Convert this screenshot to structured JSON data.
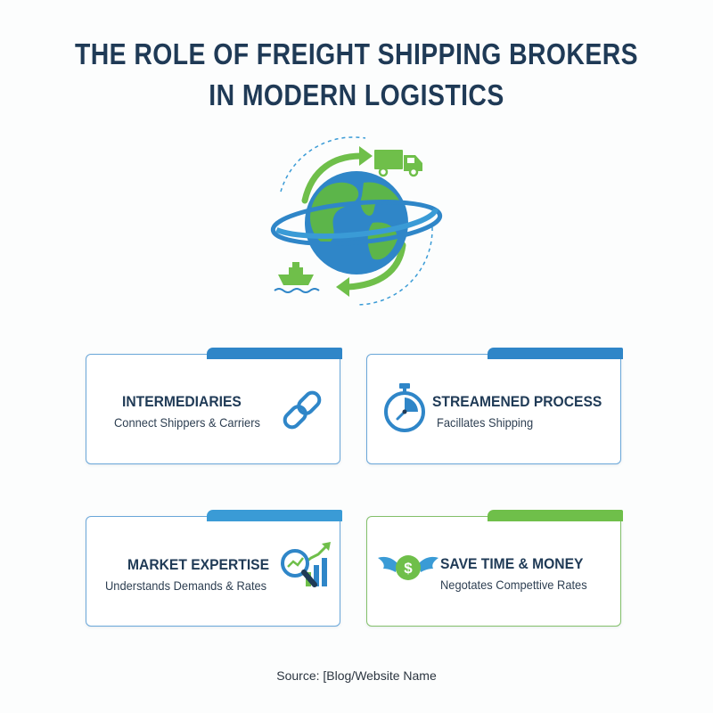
{
  "header": {
    "title_line1": "THE ROLE OF FREIGHT SHIPPING BROKERS",
    "title_line2": "IN MODERN LOGISTICS"
  },
  "hero": {
    "icons": [
      "globe-icon",
      "truck-icon",
      "ship-icon",
      "cycle-arrows-icon"
    ]
  },
  "cards": [
    {
      "title": "INTERMEDIARIES",
      "subtitle": "Connect Shippers & Carriers",
      "icon": "chain-link-icon",
      "accent": "#2f86c8"
    },
    {
      "title": "STREAMENED PROCESS",
      "subtitle": "Facillates Shipping",
      "icon": "stopwatch-icon",
      "accent": "#2f86c8"
    },
    {
      "title": "MARKET EXPERTISE",
      "subtitle": "Understands Demands & Rates",
      "icon": "magnifier-chart-icon",
      "accent": "#3a9bd6"
    },
    {
      "title": "SAVE TIME & MONEY",
      "subtitle": "Negotates Compettive Rates",
      "icon": "winged-dollar-icon",
      "accent": "#6fbf4a"
    }
  ],
  "footer": {
    "source": "Source: [Blog/Website Name"
  },
  "colors": {
    "navy": "#1f3a56",
    "blue": "#2f86c8",
    "green": "#6fbf4a"
  }
}
